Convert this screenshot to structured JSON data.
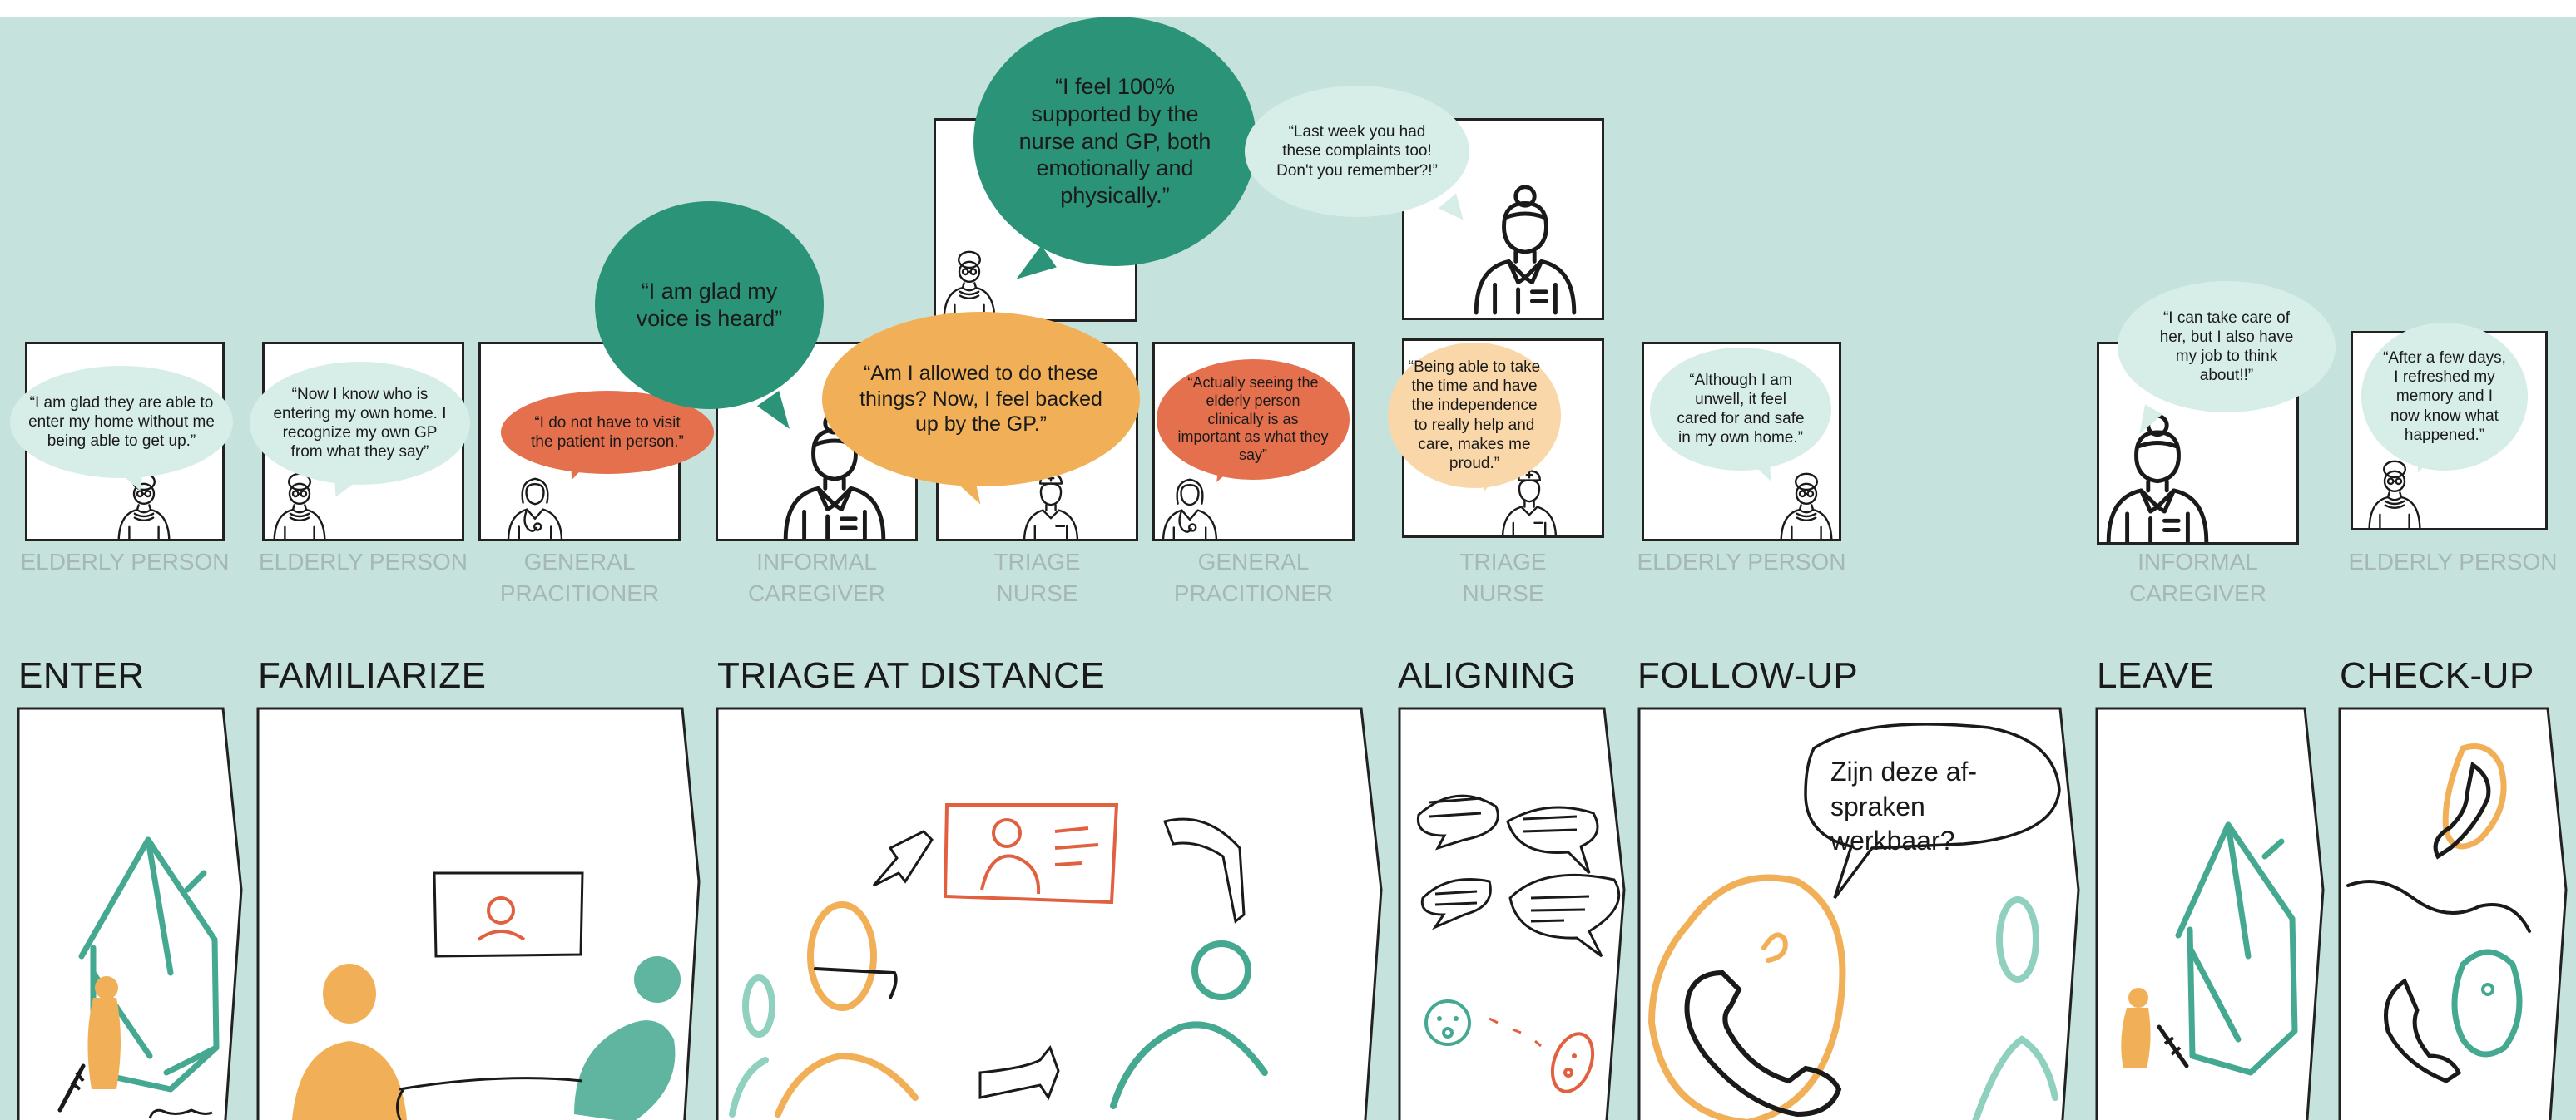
{
  "colors": {
    "background": "#c5e2dc",
    "teal_dark": "#2b9478",
    "teal_light": "#d7ede8",
    "orange_red": "#e5704d",
    "orange": "#f1b057",
    "peach": "#f9d7a8",
    "role_gray": "#a7b8b4",
    "ink": "#1a1a1a"
  },
  "quotes": {
    "q1": "“I am glad they are able to enter my home without me being able to get up.”",
    "q2": "“Now I know who is entering my own home. I recognize my own GP from what they say”",
    "q3": "“I do not have to visit the patient in person.”",
    "q4": "“I am glad my voice is heard”",
    "q5": "“I feel 100% supported by the nurse and GP, both emotionally and physically.”",
    "q6": "“Last week you had these complaints too! Don't you remember?!”",
    "q7": "“Am I allowed to do these things? Now, I feel backed up by the GP.”",
    "q8": "“Actually seeing the elderly person clinically is as important as what they say”",
    "q9": "“Being able to take the time and have the independence to really help and care, makes me proud.”",
    "q10": "“Although I am unwell, it feel cared for and safe in my own home.”",
    "q11": "“I can take care of her, but I also have my job to think about!!”",
    "q12": "“After a few days, I refreshed my memory and I now know what happened.”"
  },
  "roles": {
    "r1": "ELDERLY PERSON",
    "r2": "ELDERLY PERSON",
    "r3": "GENERAL PRACITIONER",
    "r4": "INFORMAL CAREGIVER",
    "r5": "TRIAGE NURSE",
    "r6": "GENERAL PRACITIONER",
    "r7": "TRIAGE NURSE",
    "r8": "ELDERLY PERSON",
    "r9": "INFORMAL CAREGIVER",
    "r10": "ELDERLY PERSON"
  },
  "stages": {
    "enter": "ENTER",
    "familiarize": "FAMILIARIZE",
    "triage": "TRIAGE AT DISTANCE",
    "aligning": "ALIGNING",
    "followup": "FOLLOW-UP",
    "leave": "LEAVE",
    "checkup": "CHECK-UP"
  },
  "followup_speech": {
    "line1": "Zijn deze af-",
    "line2": "spraken werkbaar?"
  },
  "icons": {
    "elderly": "elderly-woman-icon",
    "doctor": "doctor-woman-icon",
    "caregiver": "caregiver-woman-icon",
    "nurse": "nurse-woman-icon",
    "house": "house-icon",
    "phone": "phone-icon"
  }
}
